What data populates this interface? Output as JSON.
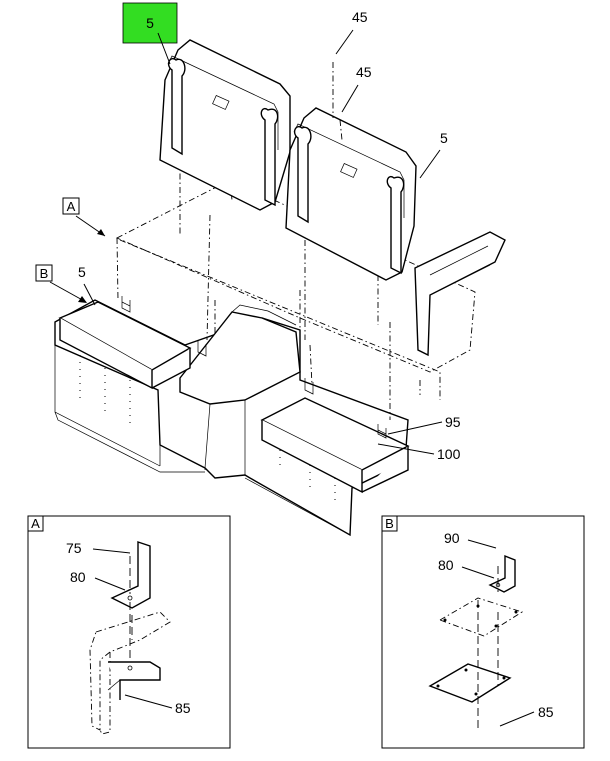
{
  "callouts": {
    "c5_highlight": "5",
    "c45_top": "45",
    "c45_mid": "45",
    "c5_right": "5",
    "c5_left": "5",
    "c95": "95",
    "c100": "100",
    "view_a": "A",
    "view_b": "B"
  },
  "detail_a": {
    "tag": "A",
    "c75": "75",
    "c80": "80",
    "c85": "85"
  },
  "detail_b": {
    "tag": "B",
    "c90": "90",
    "c80": "80",
    "c85": "85"
  },
  "colors": {
    "highlight": "#33dd22",
    "line": "#000000",
    "background": "#ffffff"
  }
}
